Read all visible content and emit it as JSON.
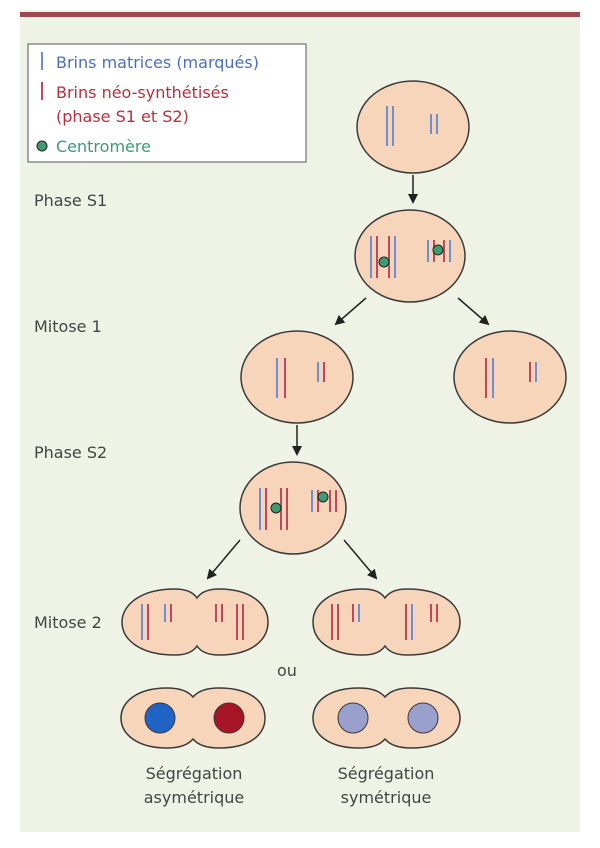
{
  "colors": {
    "panel_bg": "#eff3e6",
    "top_rule": "#9b4a52",
    "cell_fill": "#f7d5ba",
    "cell_stroke": "#3a3a3a",
    "template_strand": "#6f8fd0",
    "new_strand": "#c0485a",
    "centromere": "#3f9a73",
    "legend_blue_text": "#4a6fc0",
    "legend_red_text": "#b5303f",
    "legend_green_text": "#3f9a73",
    "label_text": "#444444",
    "nucleus_blue": "#1f63c4",
    "nucleus_red": "#a51525",
    "nucleus_grey": "#9aa0cc"
  },
  "legend": {
    "templates": "Brins matrices (marqués)",
    "new_strands_line1": "Brins néo-synthétisés",
    "new_strands_line2": "(phase S1 et S2)",
    "centromere": "Centromère"
  },
  "stages": {
    "s1": "Phase S1",
    "mitosis1": "Mitose 1",
    "s2": "Phase S2",
    "mitosis2": "Mitose 2"
  },
  "or_word": "ou",
  "outcomes": {
    "asym_line1": "Ségrégation",
    "asym_line2": "asymétrique",
    "sym_line1": "Ségrégation",
    "sym_line2": "symétrique"
  }
}
